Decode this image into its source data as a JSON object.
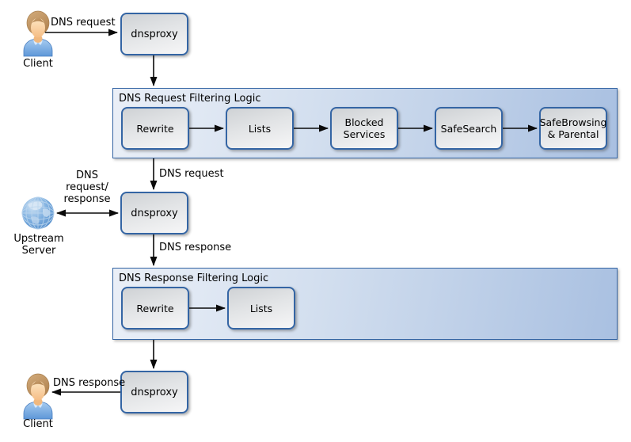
{
  "diagram": {
    "nodes": {
      "client_top": {
        "label": "Client",
        "icon": "person-icon"
      },
      "dnsproxy_top": {
        "label": "dnsproxy"
      },
      "dnsproxy_mid": {
        "label": "dnsproxy"
      },
      "dnsproxy_bottom": {
        "label": "dnsproxy"
      },
      "upstream_server": {
        "label": "Upstream\nServer",
        "icon": "globe-icon"
      },
      "client_bottom": {
        "label": "Client",
        "icon": "person-icon"
      }
    },
    "containers": {
      "request": {
        "title": "DNS Request Filtering Logic",
        "steps": [
          "Rewrite",
          "Lists",
          "Blocked Services",
          "SafeSearch",
          "SafeBrowsing & Parental"
        ]
      },
      "response": {
        "title": "DNS Response Filtering Logic",
        "steps": [
          "Rewrite",
          "Lists"
        ]
      }
    },
    "edge_labels": {
      "client_request": "DNS request",
      "filtered_request": "DNS request",
      "upstream_exchange": "DNS\nrequest/\nresponse",
      "proxy_response": "DNS response",
      "response_to_client": "DNS response"
    },
    "colors": {
      "node_border": "#3465a4",
      "node_fill_top": "#cfd2d5",
      "node_fill_bottom": "#f6f6f7",
      "container_fill_left": "#eaeff7",
      "container_fill_right": "#a9c0e1",
      "arrow": "#000000",
      "background": "#ffffff"
    }
  }
}
